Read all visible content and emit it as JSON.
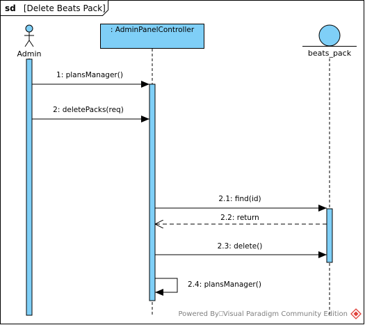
{
  "frame": {
    "keyword": "sd",
    "name": "[Delete Beats Pack]"
  },
  "participants": {
    "admin": {
      "label": "Admin"
    },
    "controller": {
      "label": ": AdminPanelController"
    },
    "entity": {
      "label": "beats_pack"
    }
  },
  "messages": [
    {
      "label": "1: plansManager()",
      "kind": "sync"
    },
    {
      "label": "2: deletePacks(req)",
      "kind": "sync"
    },
    {
      "label": "2.1: find(id)",
      "kind": "sync"
    },
    {
      "label": "2.2: return",
      "kind": "return"
    },
    {
      "label": "2.3: delete()",
      "kind": "sync"
    },
    {
      "label": "2.4: plansManager()",
      "kind": "self"
    }
  ],
  "footer": {
    "text": "Powered By⎕Visual Paradigm Community Edition"
  },
  "colors": {
    "participant_fill": "#7fcff7",
    "activation_fill": "#7fcff7",
    "line": "#000000",
    "footer_text": "#808080",
    "logo": "#e0413a"
  },
  "icons": {
    "footer_logo": "vp-logo-icon"
  }
}
